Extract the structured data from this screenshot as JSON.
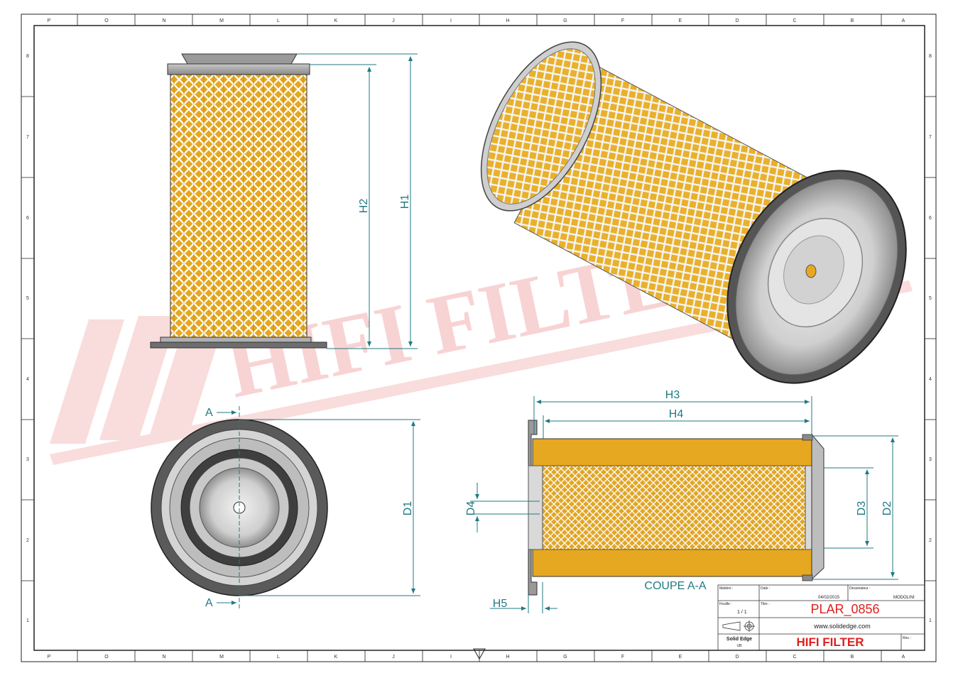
{
  "drawing": {
    "views": {
      "side_dims": {
        "h1": "H1",
        "h2": "H2"
      },
      "end_dims": {
        "d1": "D1",
        "section_mark": "A"
      },
      "section_dims": {
        "h3": "H3",
        "h4": "H4",
        "h5": "H5",
        "d2": "D2",
        "d3": "D3",
        "d4": "D4"
      },
      "section_caption": "COUPE A-A"
    },
    "border": {
      "top_zones": [
        "P",
        "O",
        "N",
        "M",
        "L",
        "K",
        "J",
        "I",
        "H",
        "G",
        "F",
        "E",
        "D",
        "C",
        "B",
        "A"
      ],
      "bottom_zones": [
        "P",
        "O",
        "N",
        "M",
        "L",
        "K",
        "J",
        "I",
        "H",
        "G",
        "F",
        "E",
        "D",
        "C",
        "B",
        "A"
      ],
      "left_zones": [
        "8",
        "7",
        "6",
        "5",
        "4",
        "3",
        "2",
        "1"
      ],
      "right_zones": [
        "8",
        "7",
        "6",
        "5",
        "4",
        "3",
        "2",
        "1"
      ]
    },
    "watermark": "HIFI FILTER",
    "title_block": {
      "matiere_label": "Matière :",
      "date_label": "Date :",
      "date_value": "04/02/2015",
      "dessinateur_label": "Dessinateur :",
      "dessinateur_value": "MODOLINI",
      "feuille_label": "Feuille :",
      "feuille_value": "1 / 1",
      "titre_label": "Titre :",
      "title": "PLAR_0856",
      "website": "www.solidedge.com",
      "software": "Solid Edge",
      "software_sub": "UB",
      "company": "HIFI FILTER",
      "rev_label": "Rev. :"
    },
    "colors": {
      "media": "#e6a820",
      "dimension": "#1f7a82",
      "title": "#e02020",
      "watermark": "#f5c0c0"
    }
  }
}
